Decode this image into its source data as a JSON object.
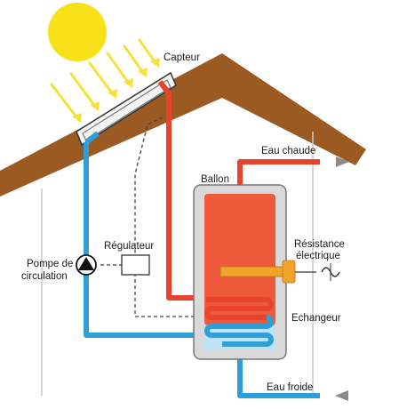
{
  "labels": {
    "capteur": "Capteur",
    "ballon": "Ballon",
    "eau_chaude": "Eau chaude",
    "eau_froide": "Eau froide",
    "resistance_line1": "Résistance",
    "resistance_line2": "électrique",
    "regulateur": "Régulateur",
    "pompe_line1": "Pompe de",
    "pompe_line2": "circulation",
    "echangeur": "Echangeur"
  },
  "colors": {
    "sun": "#f7e21a",
    "sun_rays": "#f3e23a",
    "roof": "#9a5a22",
    "hot_pipe": "#e8432d",
    "cold_pipe": "#2f9fd8",
    "tank_shell": "#d9d9d9",
    "tank_hot": "#f05a3c",
    "heater": "#f2a32a",
    "arrow_gray": "#8c8c8c"
  },
  "icons": [
    "sun-icon",
    "pump-icon",
    "ac-current-icon"
  ]
}
